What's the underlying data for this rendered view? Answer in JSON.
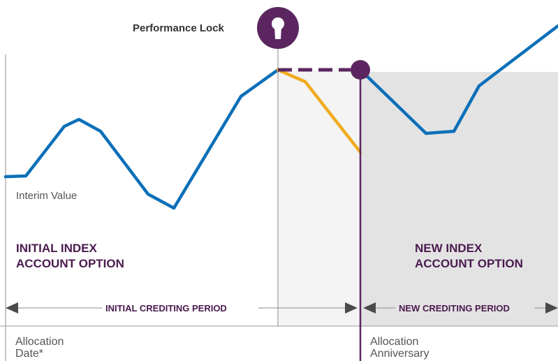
{
  "lock_label": "Performance Lock",
  "interim_label": "Interim Value",
  "initial_option": {
    "line1": "INITIAL INDEX",
    "line2": "ACCOUNT OPTION"
  },
  "new_option": {
    "line1": "NEW INDEX",
    "line2": "ACCOUNT OPTION"
  },
  "initial_period_label": "INITIAL CREDITING PERIOD",
  "new_period_label": "NEW CREDITING PERIOD",
  "allocation_date": {
    "line1": "Allocation",
    "line2": "Date*"
  },
  "allocation_anniversary": {
    "line1": "Allocation",
    "line2": "Anniversary"
  },
  "colors": {
    "index_line": "#0b6fb8",
    "declining_line": "#f0ab1e",
    "locked_value": "#5b2660",
    "lock_zone_shading": "#f4f4f4",
    "new_option_shading": "#e3e3e3",
    "text_dark": "#4a1a4e"
  },
  "icons": [
    "keyhole-lock-icon",
    "lock-point-marker"
  ]
}
